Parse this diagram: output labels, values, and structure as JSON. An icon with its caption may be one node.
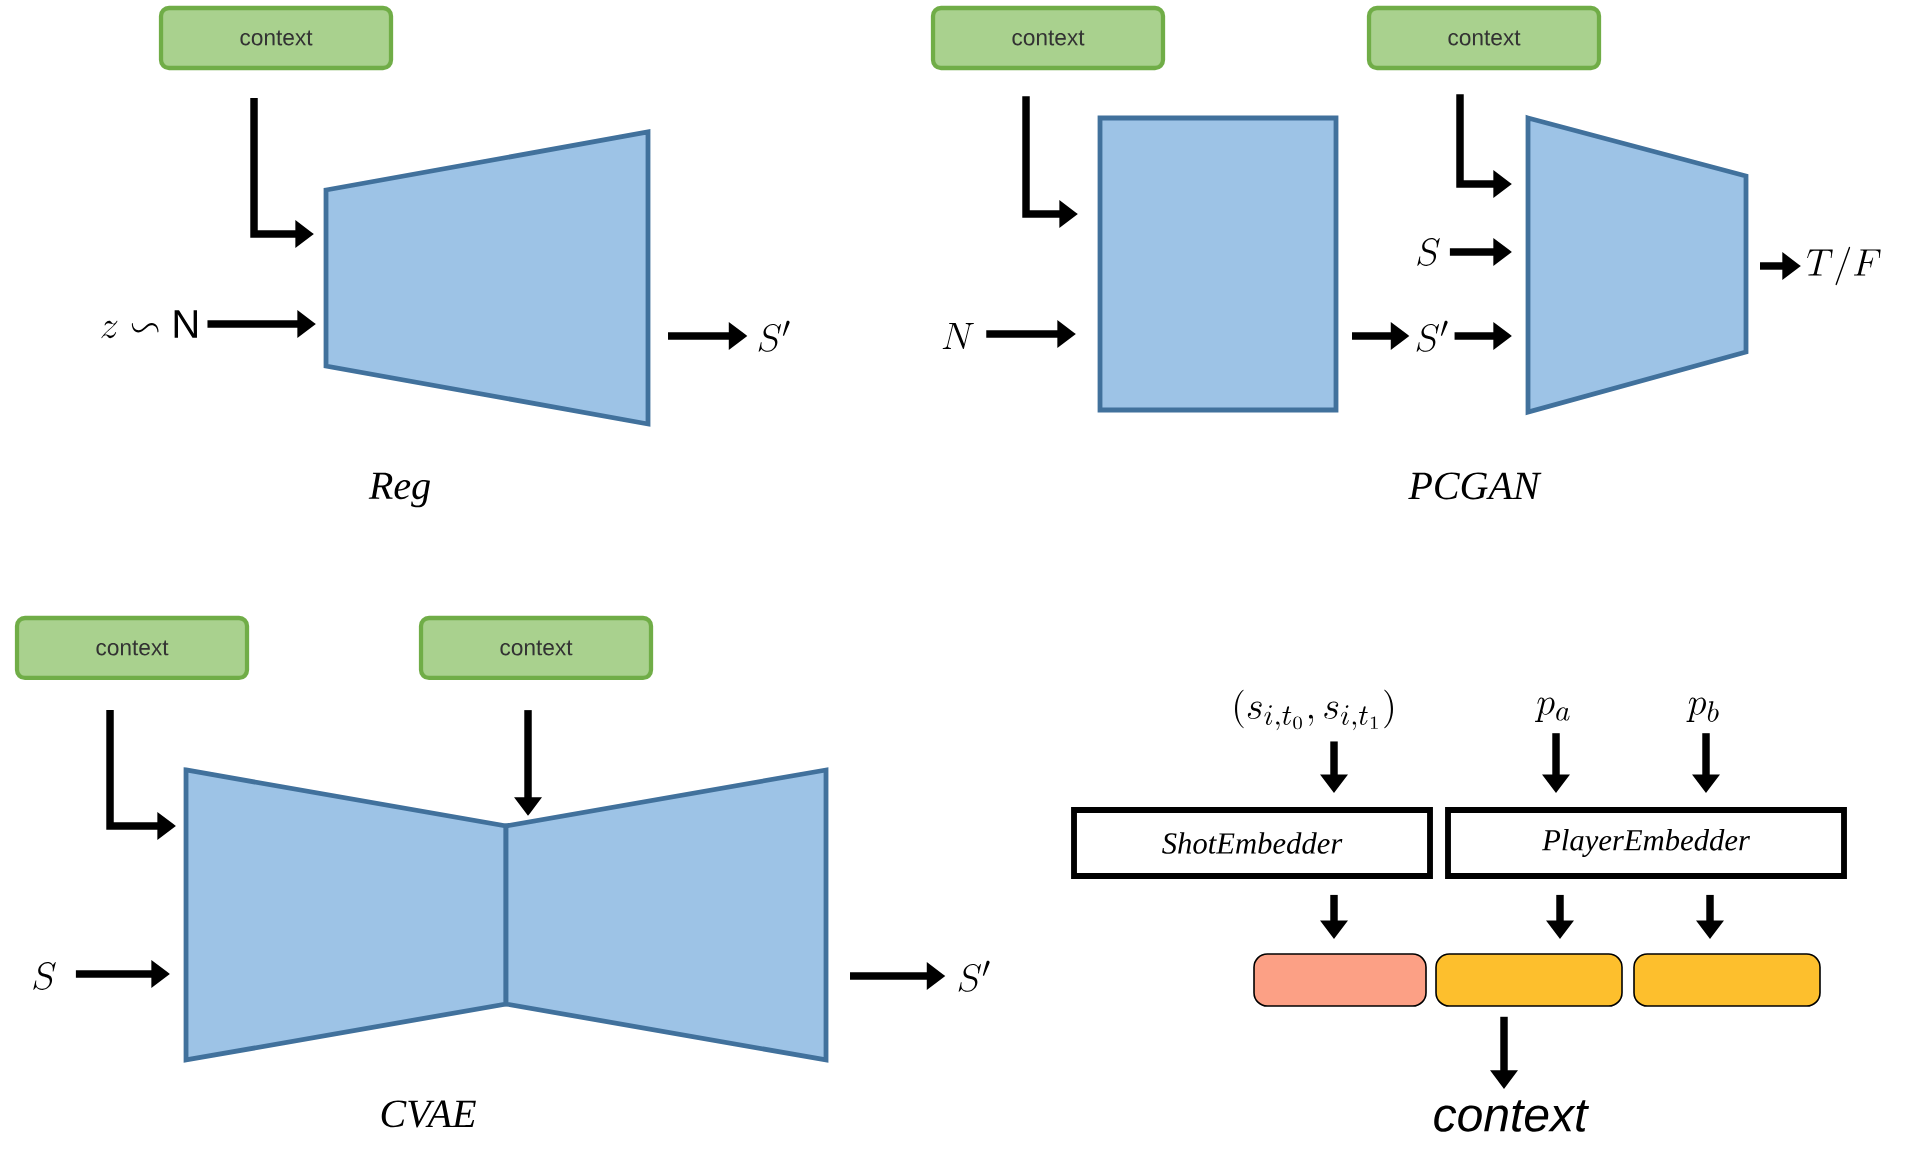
{
  "diagram": {
    "nodes": [
      {
        "text": [
          "context"
        ]
      },
      {
        "text": [
          "z \\backsim \\mathrm{N}"
        ]
      },
      {
        "text": [],
        "shape": "trapezoid"
      },
      {
        "text": [
          "S'"
        ]
      },
      {
        "text": [
          "context"
        ]
      },
      {
        "text": [
          "N"
        ]
      },
      {
        "text": [],
        "shape": "box"
      },
      {
        "text": [
          "S'"
        ]
      },
      {
        "text": [
          "context"
        ]
      },
      {
        "text": [
          "S"
        ]
      },
      {
        "text": [],
        "shape": "trapezoid"
      },
      {
        "text": [
          "T/F"
        ]
      },
      {
        "text": [
          "context"
        ]
      },
      {
        "text": [
          "context"
        ]
      },
      {
        "text": [
          "S"
        ]
      },
      {
        "text": [],
        "shape": "trapezoid"
      },
      {
        "text": [],
        "shape": "trapezoid"
      },
      {
        "text": [
          "S'"
        ]
      },
      {
        "text": [
          "(s_{i,t_0},s_{i,t_1})"
        ]
      },
      {
        "text": [
          "p_a"
        ]
      },
      {
        "text": [
          "p_b"
        ]
      },
      {
        "text": [
          "ShotEmbedder"
        ]
      },
      {
        "text": [
          "PlayerEmbedder"
        ]
      },
      {
        "text": [],
        "shape": "bar"
      },
      {
        "text": [],
        "shape": "bar"
      },
      {
        "text": [],
        "shape": "bar"
      },
      {
        "text": [
          "context"
        ]
      }
    ],
    "edges": [
      {
        "from": 0,
        "to": 2,
        "arrow": "to"
      },
      {
        "from": 1,
        "to": 2,
        "arrow": "to"
      },
      {
        "from": 2,
        "to": 3,
        "arrow": "to"
      },
      {
        "from": 4,
        "to": 6,
        "arrow": "to"
      },
      {
        "from": 5,
        "to": 6,
        "arrow": "to"
      },
      {
        "from": 6,
        "to": 7,
        "arrow": "to"
      },
      {
        "from": 7,
        "to": 10,
        "arrow": "to"
      },
      {
        "from": 8,
        "to": 10,
        "arrow": "to"
      },
      {
        "from": 9,
        "to": 10,
        "arrow": "to"
      },
      {
        "from": 10,
        "to": 11,
        "arrow": "to"
      },
      {
        "from": 12,
        "to": 15,
        "arrow": "to"
      },
      {
        "from": 13,
        "to": 16,
        "arrow": "to"
      },
      {
        "from": 14,
        "to": 15,
        "arrow": "to"
      },
      {
        "from": 16,
        "to": 17,
        "arrow": "to"
      },
      {
        "from": 18,
        "to": 21,
        "arrow": "to"
      },
      {
        "from": 19,
        "to": 22,
        "arrow": "to"
      },
      {
        "from": 20,
        "to": 22,
        "arrow": "to"
      },
      {
        "from": 21,
        "to": 23,
        "arrow": "to"
      },
      {
        "from": 22,
        "to": 24,
        "arrow": "to"
      },
      {
        "from": 22,
        "to": 25,
        "arrow": "to"
      },
      {
        "from": 24,
        "to": 26,
        "arrow": "to"
      }
    ],
    "labels": [
      "Reg",
      "PCGAN",
      "CVAE"
    ]
  }
}
